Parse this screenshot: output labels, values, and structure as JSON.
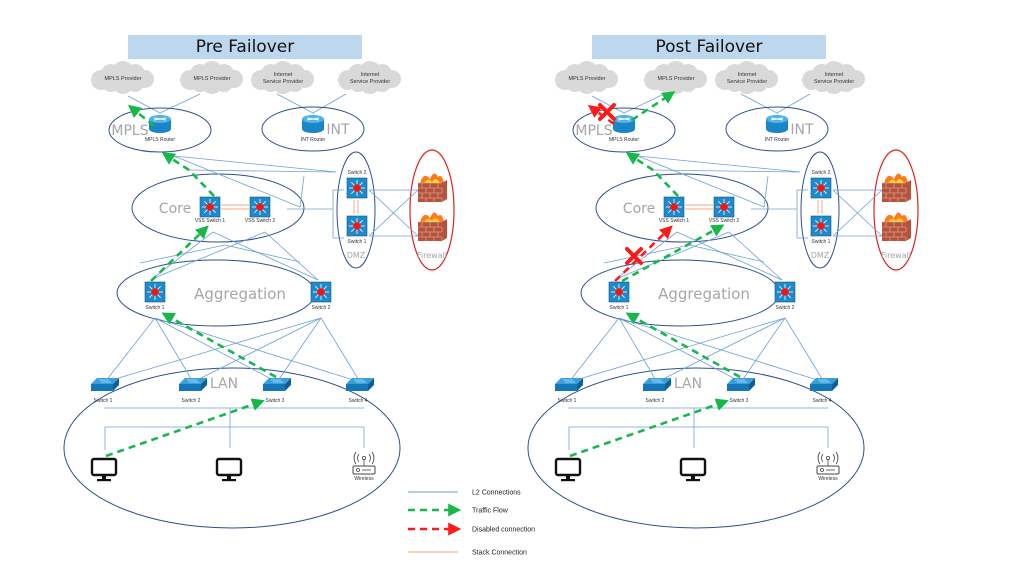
{
  "panels": [
    {
      "id": "pre",
      "title": "Pre Failover",
      "clouds": [
        {
          "lines": [
            "MPLS Provider"
          ]
        },
        {
          "lines": [
            "MPLS Provider"
          ]
        },
        {
          "lines": [
            "Internet",
            "Service Provider"
          ]
        },
        {
          "lines": [
            "Internet",
            "Service Provider"
          ]
        }
      ],
      "zones": {
        "mpls": "MPLS",
        "int": "INT",
        "core": "Core",
        "dmz": "DMZ",
        "firewall": "Firewall",
        "aggregation": "Aggregation",
        "lan": "LAN"
      },
      "devices": {
        "mpls_router": "MPLS Router",
        "int_router": "INT Router",
        "vss1": "VSS Switch 1",
        "vss2": "VSS Switch 2",
        "dmz_sw2": "Switch 2",
        "dmz_sw1": "Switch 1",
        "agg_sw1": "Switch 1",
        "agg_sw2": "Switch 2",
        "lan_sw": [
          "Switch 1",
          "Switch 2",
          "Switch 3",
          "Switch 4"
        ],
        "wireless": "Wireless"
      }
    },
    {
      "id": "post",
      "title": "Post Failover",
      "clouds": [
        {
          "lines": [
            "MPLS Provider"
          ]
        },
        {
          "lines": [
            "MPLS Provider"
          ]
        },
        {
          "lines": [
            "Internet",
            "Service Provider"
          ]
        },
        {
          "lines": [
            "Internet",
            "Service Provider"
          ]
        }
      ],
      "zones": {
        "mpls": "MPLS",
        "int": "INT",
        "core": "Core",
        "dmz": "DMZ",
        "firewall": "Firewall",
        "aggregation": "Aggregation",
        "lan": "LAN"
      },
      "devices": {
        "mpls_router": "MPLS Router",
        "int_router": "INT Router",
        "vss1": "VSS Switch 1",
        "vss2": "VSS Switch 2",
        "dmz_sw2": "Switch 2",
        "dmz_sw1": "Switch 1",
        "agg_sw1": "Switch 1",
        "agg_sw2": "Switch 2",
        "lan_sw": [
          "Switch 1",
          "Switch 2",
          "Switch 3",
          "Switch 4"
        ],
        "wireless": "Wireless"
      }
    }
  ],
  "legend": [
    {
      "type": "l2",
      "label": "L2 Connections"
    },
    {
      "type": "traffic",
      "label": "Traffic Flow"
    },
    {
      "type": "disabled",
      "label": "Disabled connection"
    },
    {
      "type": "stack",
      "label": "Stack Connection"
    }
  ],
  "colors": {
    "l2": "#6f9fd8",
    "traffic": "#17b84a",
    "disabled": "#ff1a1a",
    "stack": "#f4a582",
    "zone_outline": "#2f4f8f",
    "firewall_outline": "#e02020",
    "switch_fill": "#1e88c8",
    "title_bg": "#bdd7ee"
  }
}
